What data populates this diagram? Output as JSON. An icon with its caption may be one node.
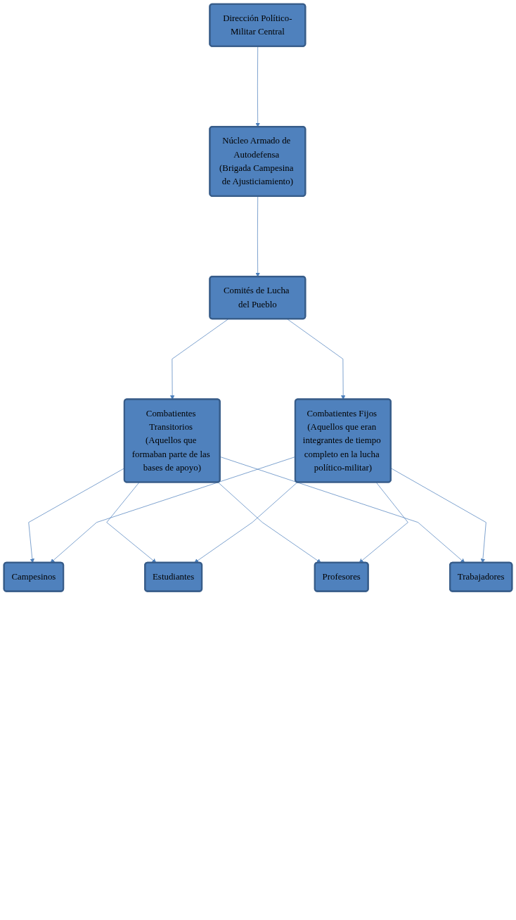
{
  "diagram": {
    "nodes": [
      {
        "text": [
          "Dirección Político-Militar Central"
        ]
      },
      {
        "text": [
          "Núcleo Armado de Autodefensa (Brigada Campesina de Ajusticiamiento)"
        ]
      },
      {
        "text": [
          "Comités de Lucha del Pueblo"
        ]
      },
      {
        "text": [
          "Combatientes Transitorios (Aquellos que formaban parte de las bases de apoyo)"
        ]
      },
      {
        "text": [
          "Combatientes Fijos (Aquellos que eran integrantes de tiempo completo en la lucha político-militar)"
        ]
      },
      {
        "text": [
          "Campesinos"
        ]
      },
      {
        "text": [
          "Estudiantes"
        ]
      },
      {
        "text": [
          "Profesores"
        ]
      },
      {
        "text": [
          "Trabajadores"
        ]
      }
    ],
    "edges": [
      {
        "from": 0,
        "to": 1,
        "arrow": "to"
      },
      {
        "from": 1,
        "to": 2,
        "arrow": "to"
      },
      {
        "from": 2,
        "to": 3,
        "arrow": "to"
      },
      {
        "from": 2,
        "to": 4,
        "arrow": "to"
      },
      {
        "from": 3,
        "to": 5,
        "arrow": "to"
      },
      {
        "from": 3,
        "to": 6,
        "arrow": "to"
      },
      {
        "from": 3,
        "to": 7,
        "arrow": "to"
      },
      {
        "from": 3,
        "to": 8,
        "arrow": "to"
      },
      {
        "from": 4,
        "to": 5,
        "arrow": "to"
      },
      {
        "from": 4,
        "to": 6,
        "arrow": "to"
      },
      {
        "from": 4,
        "to": 7,
        "arrow": "to"
      },
      {
        "from": 4,
        "to": 8,
        "arrow": "to"
      }
    ]
  }
}
